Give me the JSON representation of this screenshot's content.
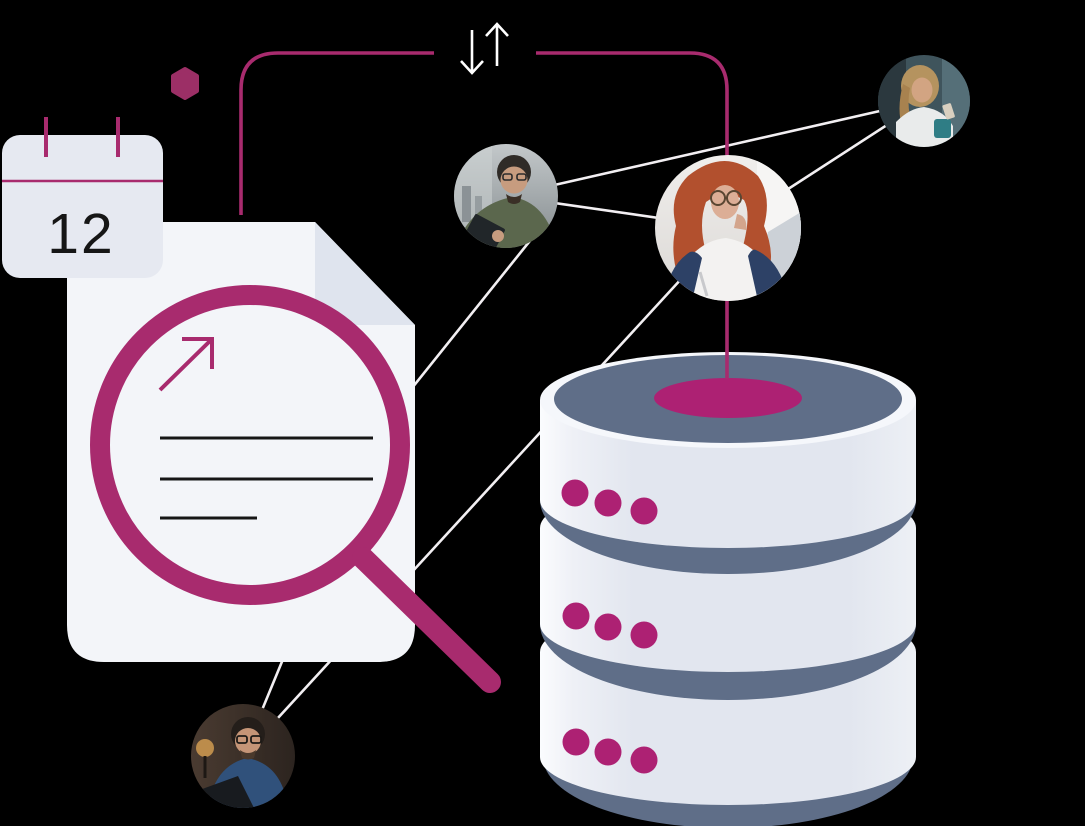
{
  "calendar": {
    "icon": "calendar-icon",
    "day": "12"
  },
  "sync_arrows": {
    "icon": "sync-arrows-icon",
    "down_glyph": "↓",
    "up_glyph": "↑"
  },
  "hexagon": {
    "icon": "hexagon-icon"
  },
  "document": {
    "icon": "document-icon",
    "magnifier": "magnifier-icon",
    "trend_arrow": "arrow-up-right-icon",
    "text_line_count": 3
  },
  "database": {
    "icon": "database-icon",
    "tiers": 3,
    "dots_per_tier": 3
  },
  "people": [
    {
      "id": "man-with-tablet",
      "icon": "avatar-man-tablet"
    },
    {
      "id": "woman-red-hair",
      "icon": "avatar-woman-redhair"
    },
    {
      "id": "woman-with-phone",
      "icon": "avatar-woman-phone"
    },
    {
      "id": "man-at-laptop",
      "icon": "avatar-man-laptop"
    }
  ],
  "connections": [
    {
      "from": "man-with-tablet",
      "to": "woman-with-phone"
    },
    {
      "from": "man-with-tablet",
      "to": "woman-red-hair"
    },
    {
      "from": "woman-red-hair",
      "to": "woman-with-phone"
    },
    {
      "from": "woman-red-hair",
      "to": "man-at-laptop"
    },
    {
      "from": "man-with-tablet",
      "to": "document"
    },
    {
      "from": "man-at-laptop",
      "to": "document"
    },
    {
      "from": "sync-connector",
      "to": "database"
    }
  ],
  "colors": {
    "bg": "#000000",
    "magenta": "#a82b6e",
    "magenta_deep": "#9c2f66",
    "magenta_bright": "#ad2173",
    "slate": "#5f6e88",
    "paper": "#f3f5f9",
    "paper_fold": "#dfe4ee",
    "calendar_fill": "#e6e9f1",
    "db_body": "#e2e6ef",
    "db_rim": "#f5f7fb",
    "line_white": "#f2eff2",
    "ink": "#161616"
  }
}
